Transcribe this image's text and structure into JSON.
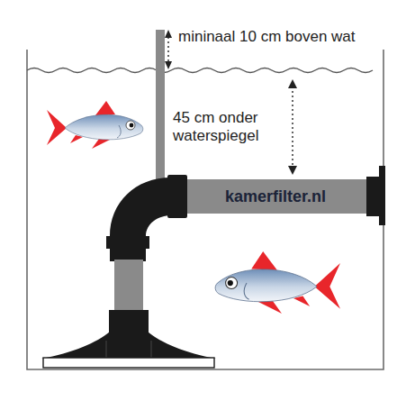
{
  "diagram": {
    "nodes": [
      {
        "text": [
          "kamerfilter.nl"
        ]
      }
    ],
    "labels": [
      "mininaal 10 cm boven wat",
      "45 cm onder waterspiegel"
    ]
  }
}
